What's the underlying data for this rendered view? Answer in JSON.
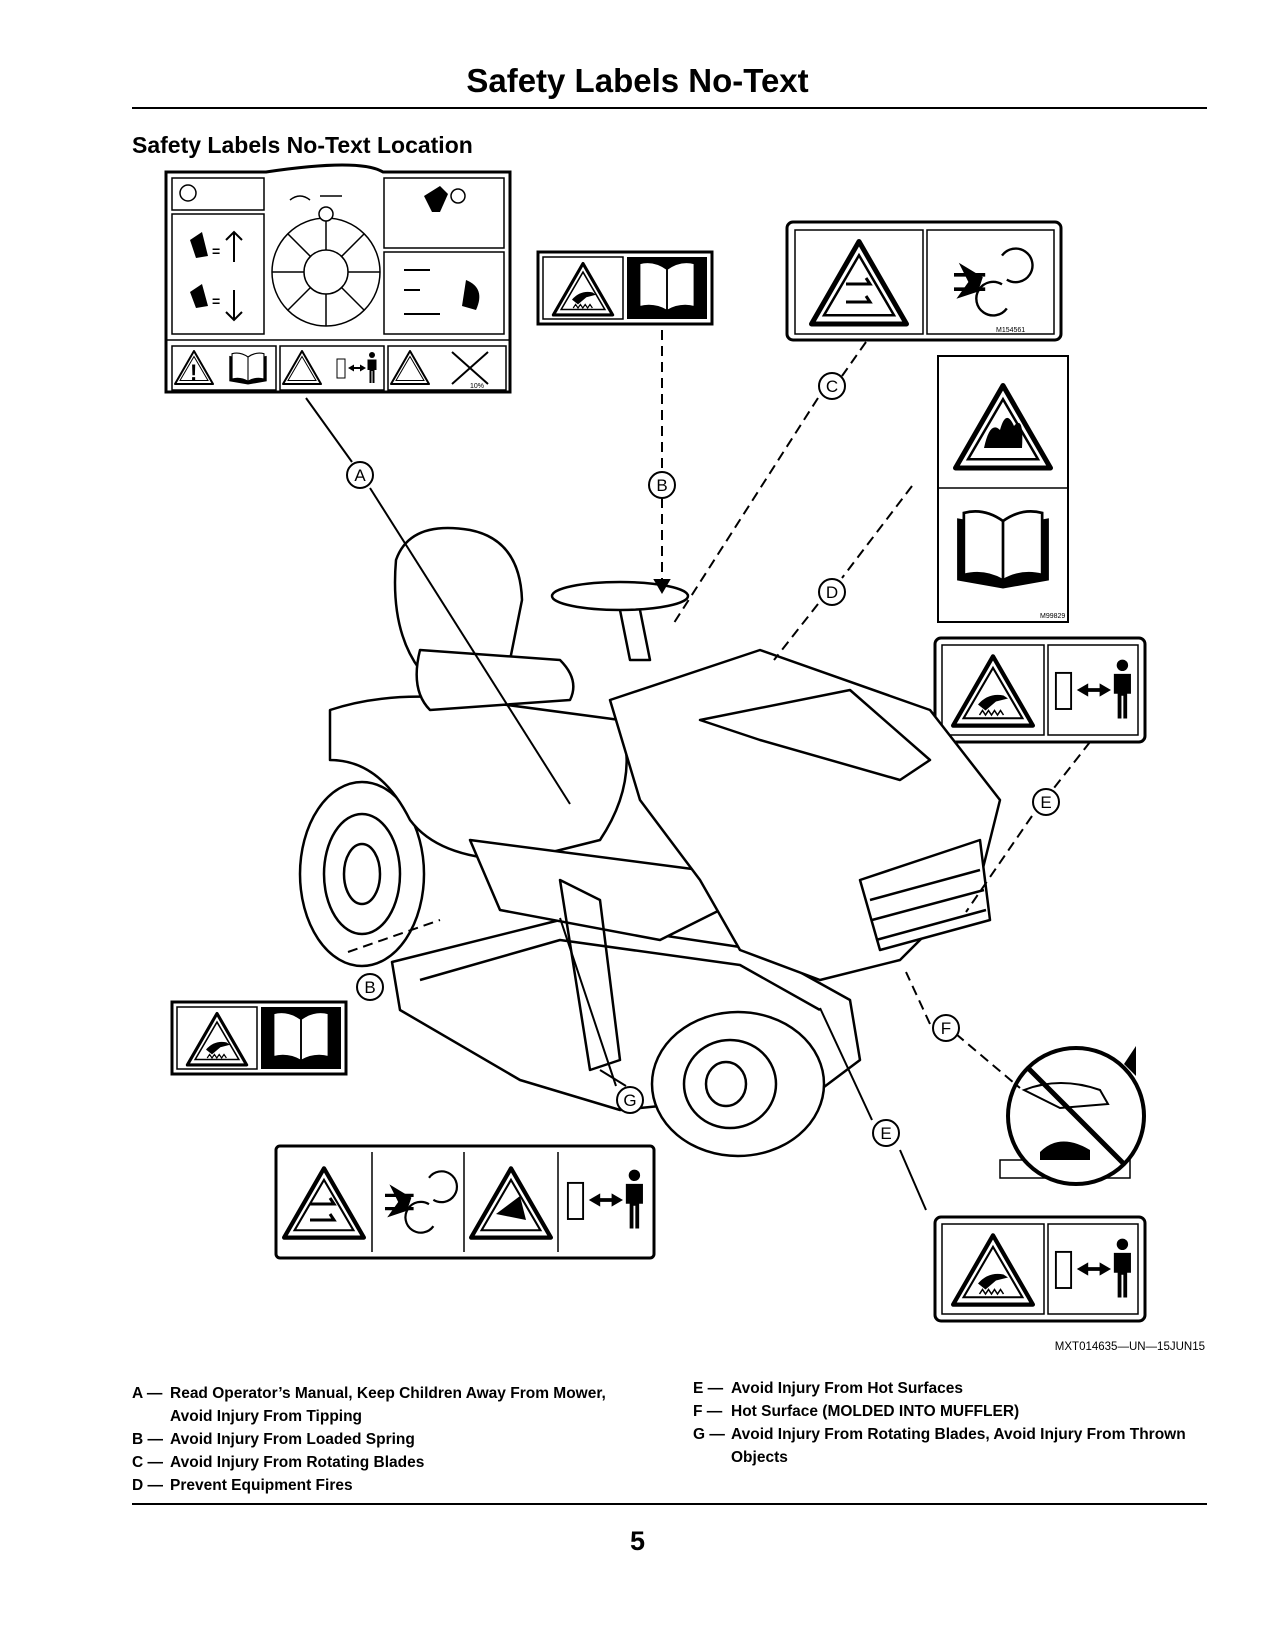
{
  "page": {
    "title": "Safety Labels No-Text",
    "section_title": "Safety Labels No-Text Location",
    "figure_id": "MXT014635—UN—15JUN15",
    "page_number": "5"
  },
  "callouts": {
    "A": "A",
    "B": "B",
    "C": "C",
    "D": "D",
    "E": "E",
    "F": "F",
    "G": "G"
  },
  "label_codes": {
    "c_code": "M154561",
    "d_code": "M99829",
    "dash_tenpct": "10%"
  },
  "legend": {
    "left": [
      {
        "key": "A —",
        "text": "Read Operator’s Manual, Keep Children Away From Mower, Avoid Injury From Tipping"
      },
      {
        "key": "B —",
        "text": "Avoid Injury From Loaded Spring"
      },
      {
        "key": "C —",
        "text": "Avoid Injury From Rotating Blades"
      },
      {
        "key": "D —",
        "text": "Prevent Equipment Fires"
      }
    ],
    "right": [
      {
        "key": "E —",
        "text": "Avoid Injury From Hot Surfaces"
      },
      {
        "key": "F —",
        "text": "Hot Surface (MOLDED INTO MUFFLER)"
      },
      {
        "key": "G —",
        "text": "Avoid Injury From Rotating Blades, Avoid Injury From Thrown Objects"
      }
    ]
  },
  "icons": {
    "warning": "warning-triangle-icon",
    "manual": "operator-manual-icon",
    "keep_away": "keep-away-person-icon",
    "blades": "rotating-blades-icon",
    "fire": "fire-icon",
    "hot": "hot-surface-icon"
  }
}
